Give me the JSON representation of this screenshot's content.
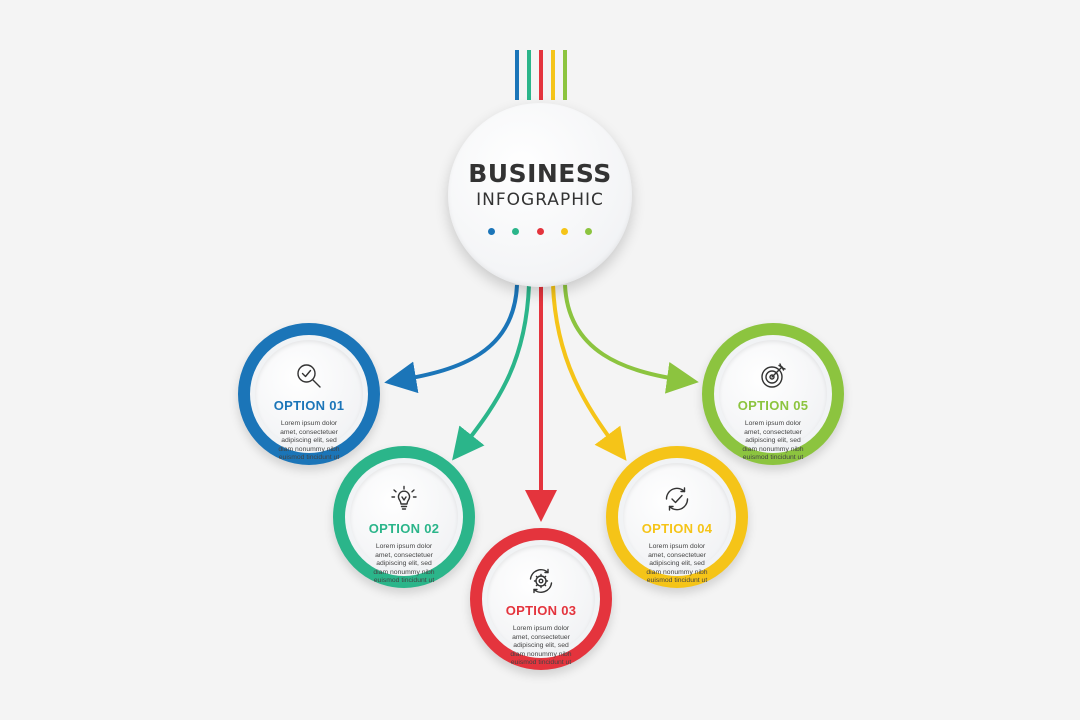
{
  "center": {
    "title": "BUSINESS",
    "subtitle": "INFOGRAPHIC",
    "dot_colors": [
      "#1b75b8",
      "#2bb58a",
      "#e4343d",
      "#f5c418",
      "#8cc43f"
    ]
  },
  "options": [
    {
      "label": "OPTION 01",
      "text": "Lorem ipsum dolor amet, consectetuer adipiscing elit, sed diam nonummy nibh euismod tincidunt ut",
      "color": "#1b75b8",
      "icon": "magnifier-check-icon"
    },
    {
      "label": "OPTION 02",
      "text": "Lorem ipsum dolor amet, consectetuer adipiscing elit, sed diam nonummy nibh euismod tincidunt ut",
      "color": "#2bb58a",
      "icon": "lightbulb-icon"
    },
    {
      "label": "OPTION 03",
      "text": "Lorem ipsum dolor amet, consectetuer adipiscing elit, sed diam nonummy nibh euismod tincidunt ut",
      "color": "#e4343d",
      "icon": "gear-cycle-icon"
    },
    {
      "label": "OPTION 04",
      "text": "Lorem ipsum dolor amet, consectetuer adipiscing elit, sed diam nonummy nibh euismod tincidunt ut",
      "color": "#f5c418",
      "icon": "check-cycle-icon"
    },
    {
      "label": "OPTION 05",
      "text": "Lorem ipsum dolor amet, consectetuer adipiscing elit, sed diam nonummy nibh euismod tincidunt ut",
      "color": "#8cc43f",
      "icon": "target-arrow-icon"
    }
  ]
}
